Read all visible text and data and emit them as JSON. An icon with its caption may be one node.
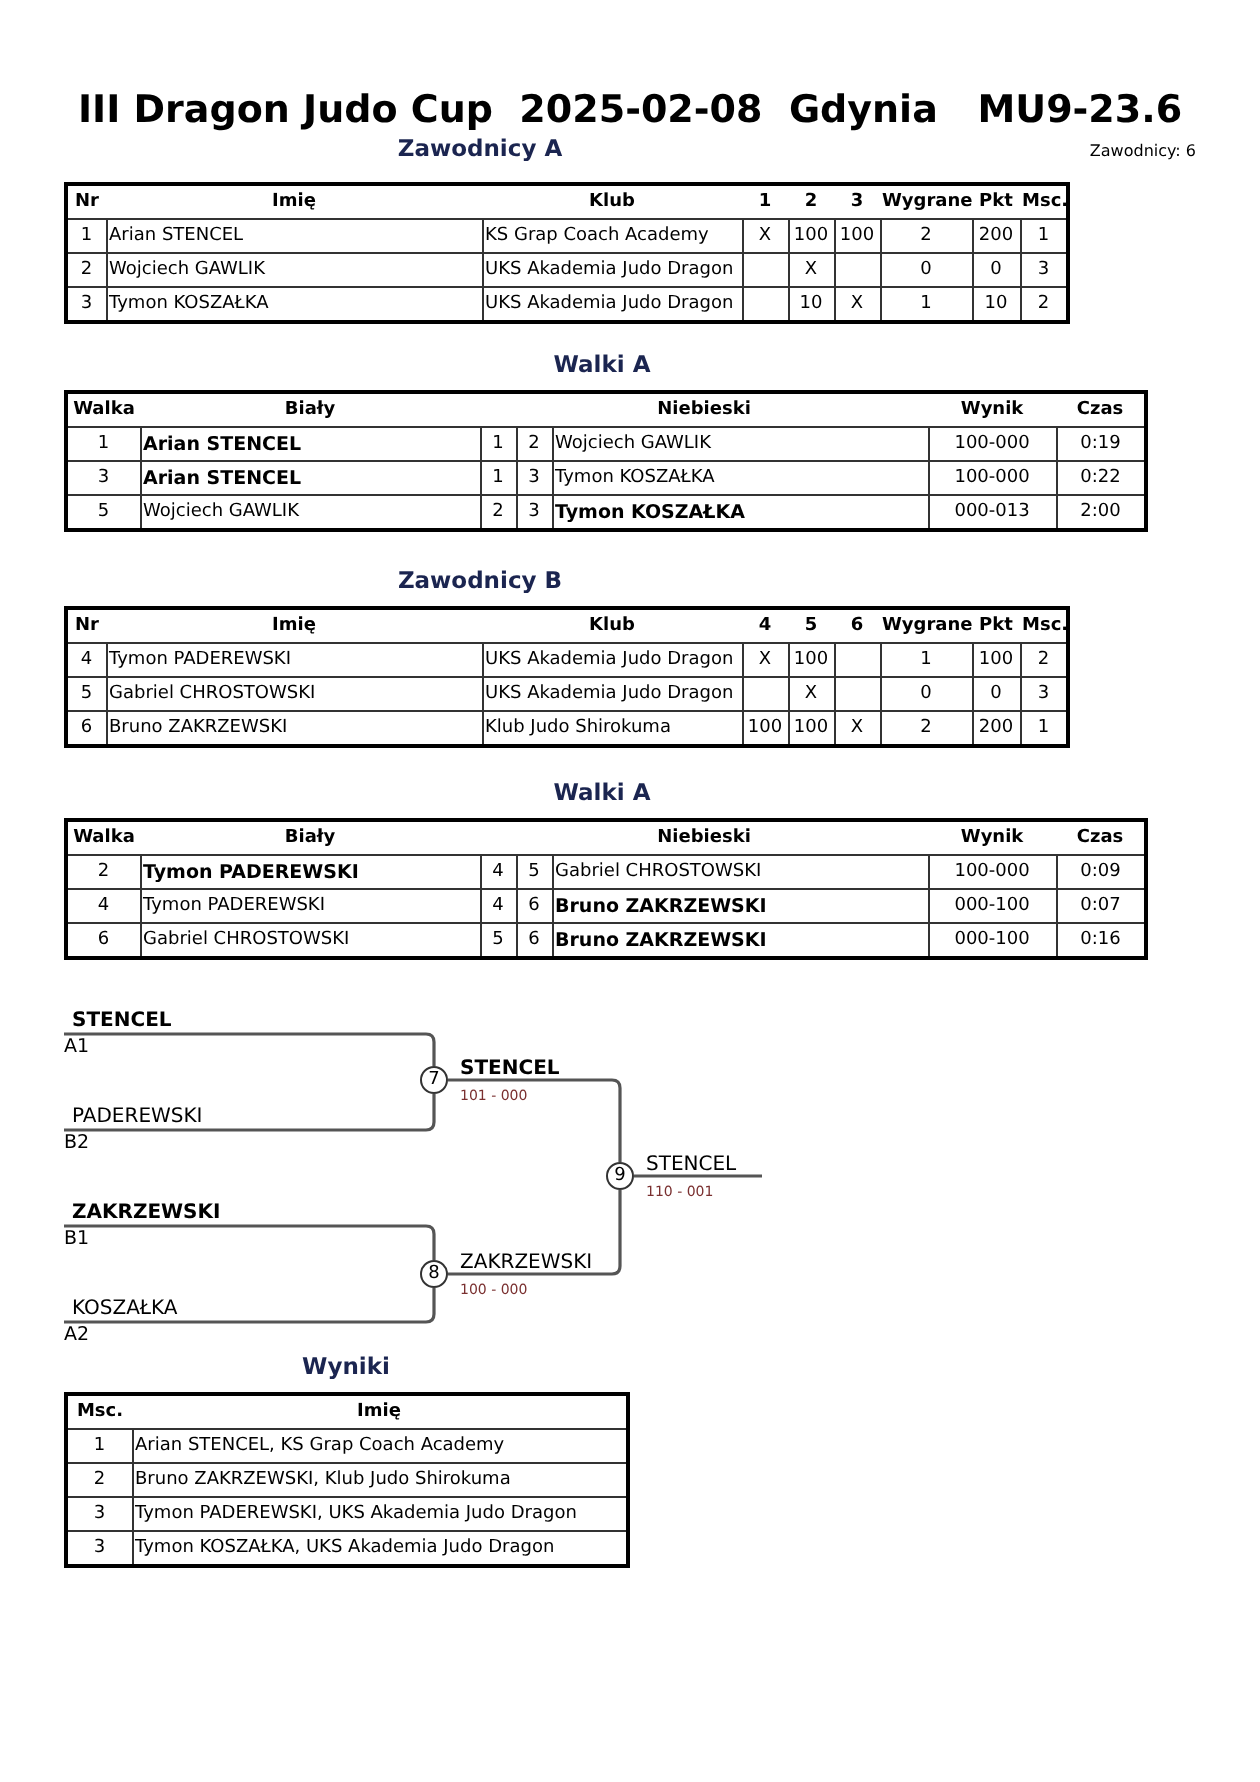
{
  "diagram": {
    "title": "III Dragon Judo Cup  2025-02-08  Gdynia   MU9-23.6",
    "nodes": [
      {
        "text": [
          "STENCEL"
        ],
        "beside": [
          "A1"
        ]
      },
      {
        "text": [
          "PADEREWSKI"
        ],
        "beside": [
          "B2"
        ]
      },
      {
        "text": [
          "7"
        ]
      },
      {
        "text": [
          "STENCEL"
        ],
        "beside": [
          "101 - 000"
        ]
      },
      {
        "text": [
          "ZAKRZEWSKI"
        ],
        "beside": [
          "B1"
        ]
      },
      {
        "text": [
          "KOSZAŁKA"
        ],
        "beside": [
          "A2"
        ]
      },
      {
        "text": [
          "8"
        ]
      },
      {
        "text": [
          "ZAKRZEWSKI"
        ],
        "beside": [
          "100 - 000"
        ]
      },
      {
        "text": [
          "9"
        ]
      },
      {
        "text": [
          "STENCEL"
        ],
        "beside": [
          "110 - 001"
        ]
      }
    ],
    "edges": [
      {
        "from": 0,
        "to": 2,
        "arrow": "none"
      },
      {
        "from": 1,
        "to": 2,
        "arrow": "none"
      },
      {
        "from": 2,
        "to": 3,
        "arrow": "none"
      },
      {
        "from": 4,
        "to": 6,
        "arrow": "none"
      },
      {
        "from": 5,
        "to": 6,
        "arrow": "none"
      },
      {
        "from": 6,
        "to": 7,
        "arrow": "none"
      },
      {
        "from": 3,
        "to": 8,
        "arrow": "none"
      },
      {
        "from": 7,
        "to": 8,
        "arrow": "none"
      },
      {
        "from": 8,
        "to": 9,
        "arrow": "none"
      }
    ],
    "labels": [
      "Zawodnicy A",
      "Zawodnicy: 6",
      "Nr",
      "Imię",
      "Klub",
      "1",
      "2",
      "3",
      "Wygrane",
      "Pkt",
      "Msc.",
      "1",
      "Arian STENCEL",
      "KS Grap Coach Academy",
      "X",
      "100",
      "100",
      "2",
      "200",
      "1",
      "2",
      "Wojciech GAWLIK",
      "UKS Akademia Judo Dragon",
      "X",
      "0",
      "0",
      "3",
      "3",
      "Tymon KOSZAŁKA",
      "UKS Akademia Judo Dragon",
      "10",
      "X",
      "1",
      "10",
      "2",
      "Walki A",
      "Walka",
      "Biały",
      "Niebieski",
      "Wynik",
      "Czas",
      "1",
      "Arian STENCEL",
      "1",
      "2",
      "Wojciech GAWLIK",
      "100-000",
      "0:19",
      "3",
      "Arian STENCEL",
      "1",
      "3",
      "Tymon KOSZAŁKA",
      "100-000",
      "0:22",
      "5",
      "Wojciech GAWLIK",
      "2",
      "3",
      "Tymon KOSZAŁKA",
      "000-013",
      "2:00",
      "Zawodnicy B",
      "Nr",
      "Imię",
      "Klub",
      "4",
      "5",
      "6",
      "Wygrane",
      "Pkt",
      "Msc.",
      "4",
      "Tymon PADEREWSKI",
      "UKS Akademia Judo Dragon",
      "X",
      "100",
      "1",
      "100",
      "2",
      "5",
      "Gabriel CHROSTOWSKI",
      "UKS Akademia Judo Dragon",
      "X",
      "0",
      "0",
      "3",
      "6",
      "Bruno ZAKRZEWSKI",
      "Klub Judo Shirokuma",
      "100",
      "100",
      "X",
      "2",
      "200",
      "1",
      "Walki A",
      "Walka",
      "Biały",
      "Niebieski",
      "Wynik",
      "Czas",
      "2",
      "Tymon PADEREWSKI",
      "4",
      "5",
      "Gabriel CHROSTOWSKI",
      "100-000",
      "0:09",
      "4",
      "Tymon PADEREWSKI",
      "4",
      "6",
      "Bruno ZAKRZEWSKI",
      "000-100",
      "0:07",
      "6",
      "Gabriel CHROSTOWSKI",
      "5",
      "6",
      "Bruno ZAKRZEWSKI",
      "000-100",
      "0:16",
      "Wyniki",
      "Msc.",
      "Imię",
      "1",
      "Arian STENCEL, KS Grap Coach Academy",
      "2",
      "Bruno ZAKRZEWSKI, Klub Judo Shirokuma",
      "3",
      "Tymon PADEREWSKI, UKS Akademia Judo Dragon",
      "3",
      "Tymon KOSZAŁKA, UKS Akademia Judo Dragon"
    ]
  }
}
